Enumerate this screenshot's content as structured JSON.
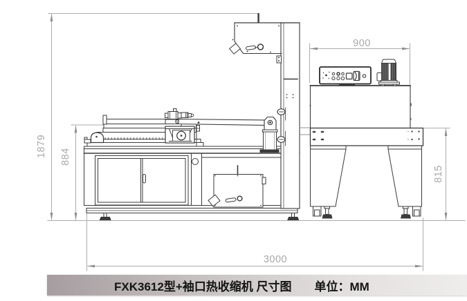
{
  "figure": {
    "caption_title": "FXK3612型+袖口热收缩机 尺寸图",
    "caption_unit_label": "单位：MM",
    "type": "engineering dimension drawing",
    "machines": {
      "left": "sealer-machine",
      "right": "shrink-tunnel"
    }
  },
  "dimensions": {
    "overall_height": "1879",
    "work_height": "884",
    "overall_length": "3000",
    "tunnel_length": "900",
    "tunnel_height": "815"
  },
  "colors": {
    "line_dark": "#3a3a3a",
    "dim_gray": "#a2a2a2",
    "caption_grad_left": "#a59da0",
    "caption_grad_right": "#efedec",
    "caption_text": "#141414",
    "background": "#ffffff"
  }
}
